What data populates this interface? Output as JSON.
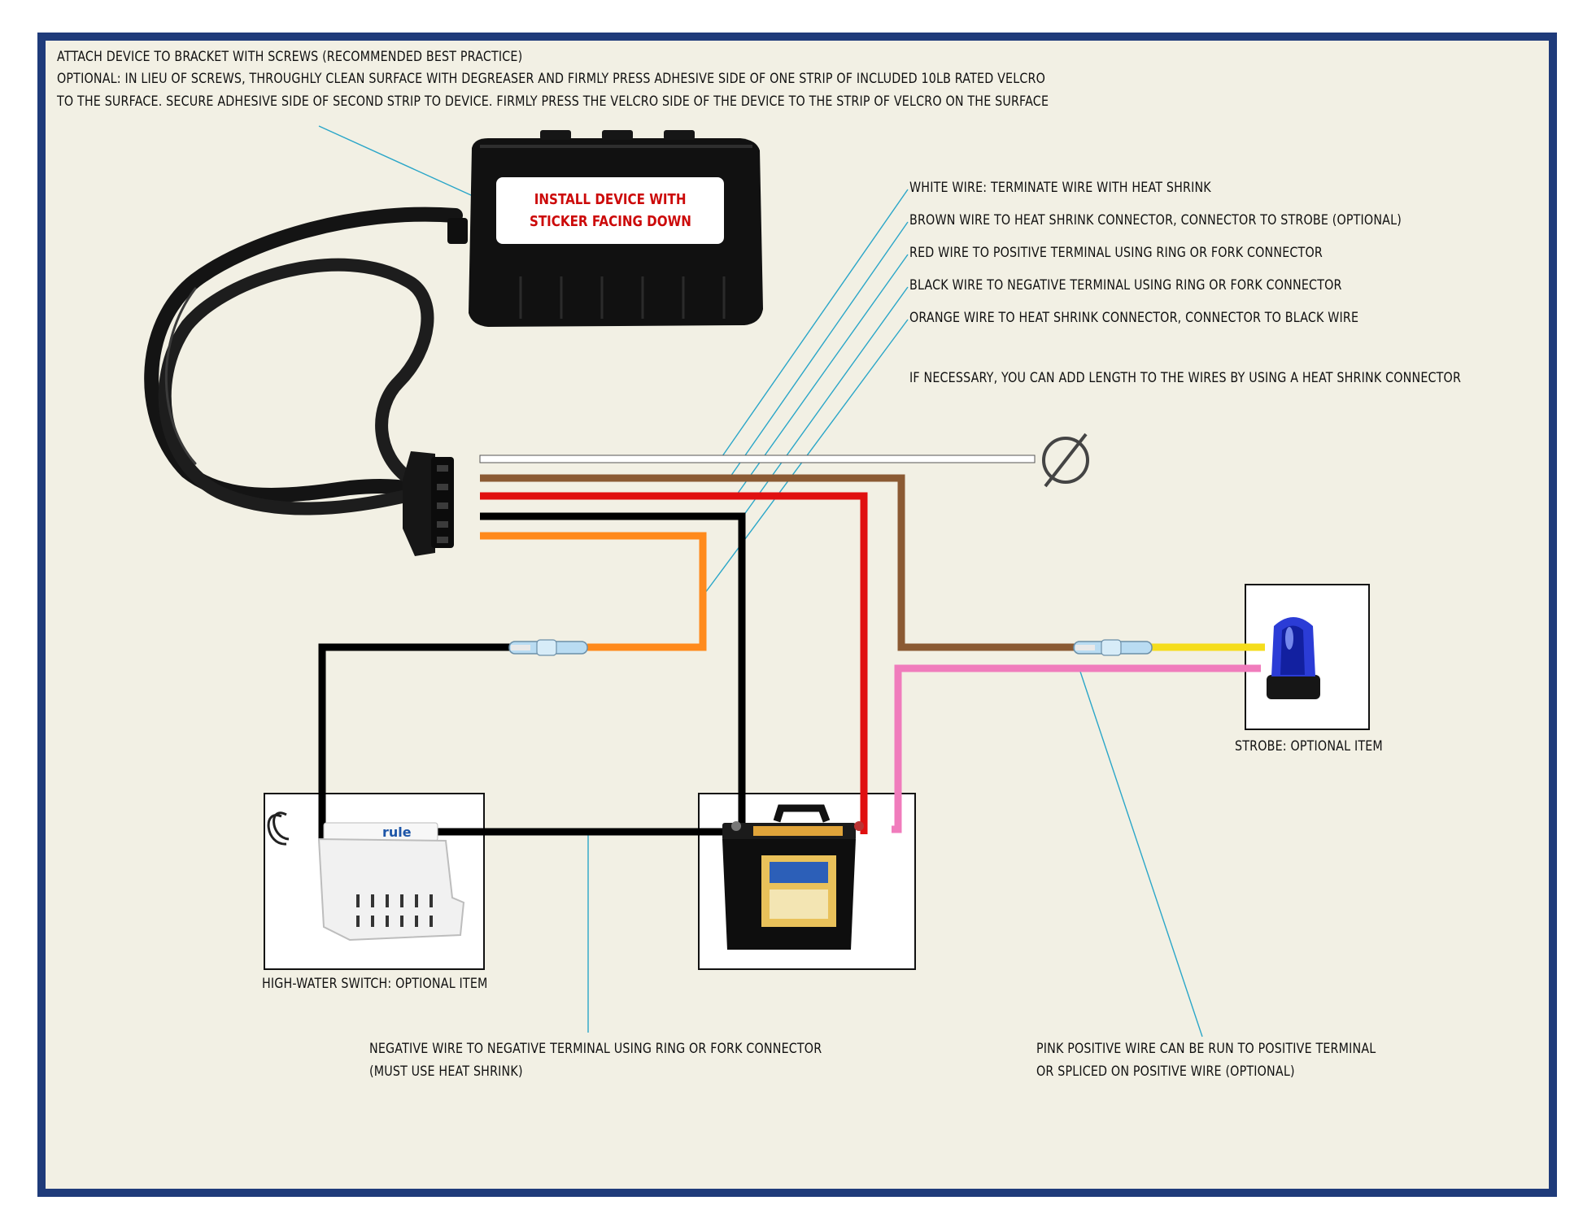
{
  "top_notes": [
    "ATTACH DEVICE TO BRACKET WITH SCREWS (RECOMMENDED BEST PRACTICE)",
    "OPTIONAL: IN LIEU OF SCREWS, THROUGHLY CLEAN SURFACE WITH DEGREASER AND FIRMLY PRESS ADHESIVE SIDE OF ONE STRIP OF INCLUDED 10LB RATED VELCRO",
    "TO THE SURFACE.  SECURE ADHESIVE SIDE OF SECOND STRIP TO DEVICE.  FIRMLY PRESS THE VELCRO SIDE OF THE DEVICE TO THE STRIP OF VELCRO ON THE SURFACE"
  ],
  "sticker": {
    "line1": "INSTALL DEVICE WITH",
    "line2": "STICKER FACING DOWN"
  },
  "wire_notes": {
    "white": "WHITE WIRE: TERMINATE WIRE WITH HEAT SHRINK",
    "brown": "BROWN WIRE TO HEAT SHRINK CONNECTOR, CONNECTOR TO STROBE (OPTIONAL)",
    "red": "RED WIRE TO POSITIVE TERMINAL USING RING OR FORK CONNECTOR",
    "black": "BLACK WIRE TO NEGATIVE TERMINAL USING RING OR FORK CONNECTOR",
    "orange": "ORANGE WIRE TO HEAT SHRINK CONNECTOR, CONNECTOR TO BLACK WIRE",
    "length": "IF NECESSARY, YOU CAN ADD LENGTH TO THE WIRES BY USING A HEAT SHRINK CONNECTOR"
  },
  "strobe_label": "STROBE: OPTIONAL ITEM",
  "switch_label": "HIGH-WATER SWITCH: OPTIONAL ITEM",
  "switch_brand": "rule",
  "negative_note": [
    "NEGATIVE WIRE TO NEGATIVE TERMINAL USING RING OR FORK CONNECTOR",
    "(MUST USE HEAT SHRINK)"
  ],
  "pink_note": [
    "PINK POSITIVE WIRE CAN BE RUN TO POSITIVE TERMINAL",
    "OR SPLICED ON POSITIVE WIRE (OPTIONAL)"
  ],
  "colors": {
    "frame": "#1f3b7a",
    "background": "#f2f0e4",
    "leader": "#2aa6c8",
    "white_wire": "#ffffff",
    "brown_wire": "#8b5a33",
    "red_wire": "#e01010",
    "black_wire": "#000000",
    "orange_wire": "#ff8a1c",
    "pink_wire": "#f07cbc",
    "yellow_wire": "#f5dd1c",
    "sticker_text": "#cc0a0a",
    "strobe_dome": "#2b3cd6"
  },
  "icons": [
    "null-symbol-icon",
    "strobe-light-icon",
    "battery-icon",
    "float-switch-icon",
    "device-module-icon",
    "connector-plug-icon",
    "butt-connector-icon"
  ]
}
